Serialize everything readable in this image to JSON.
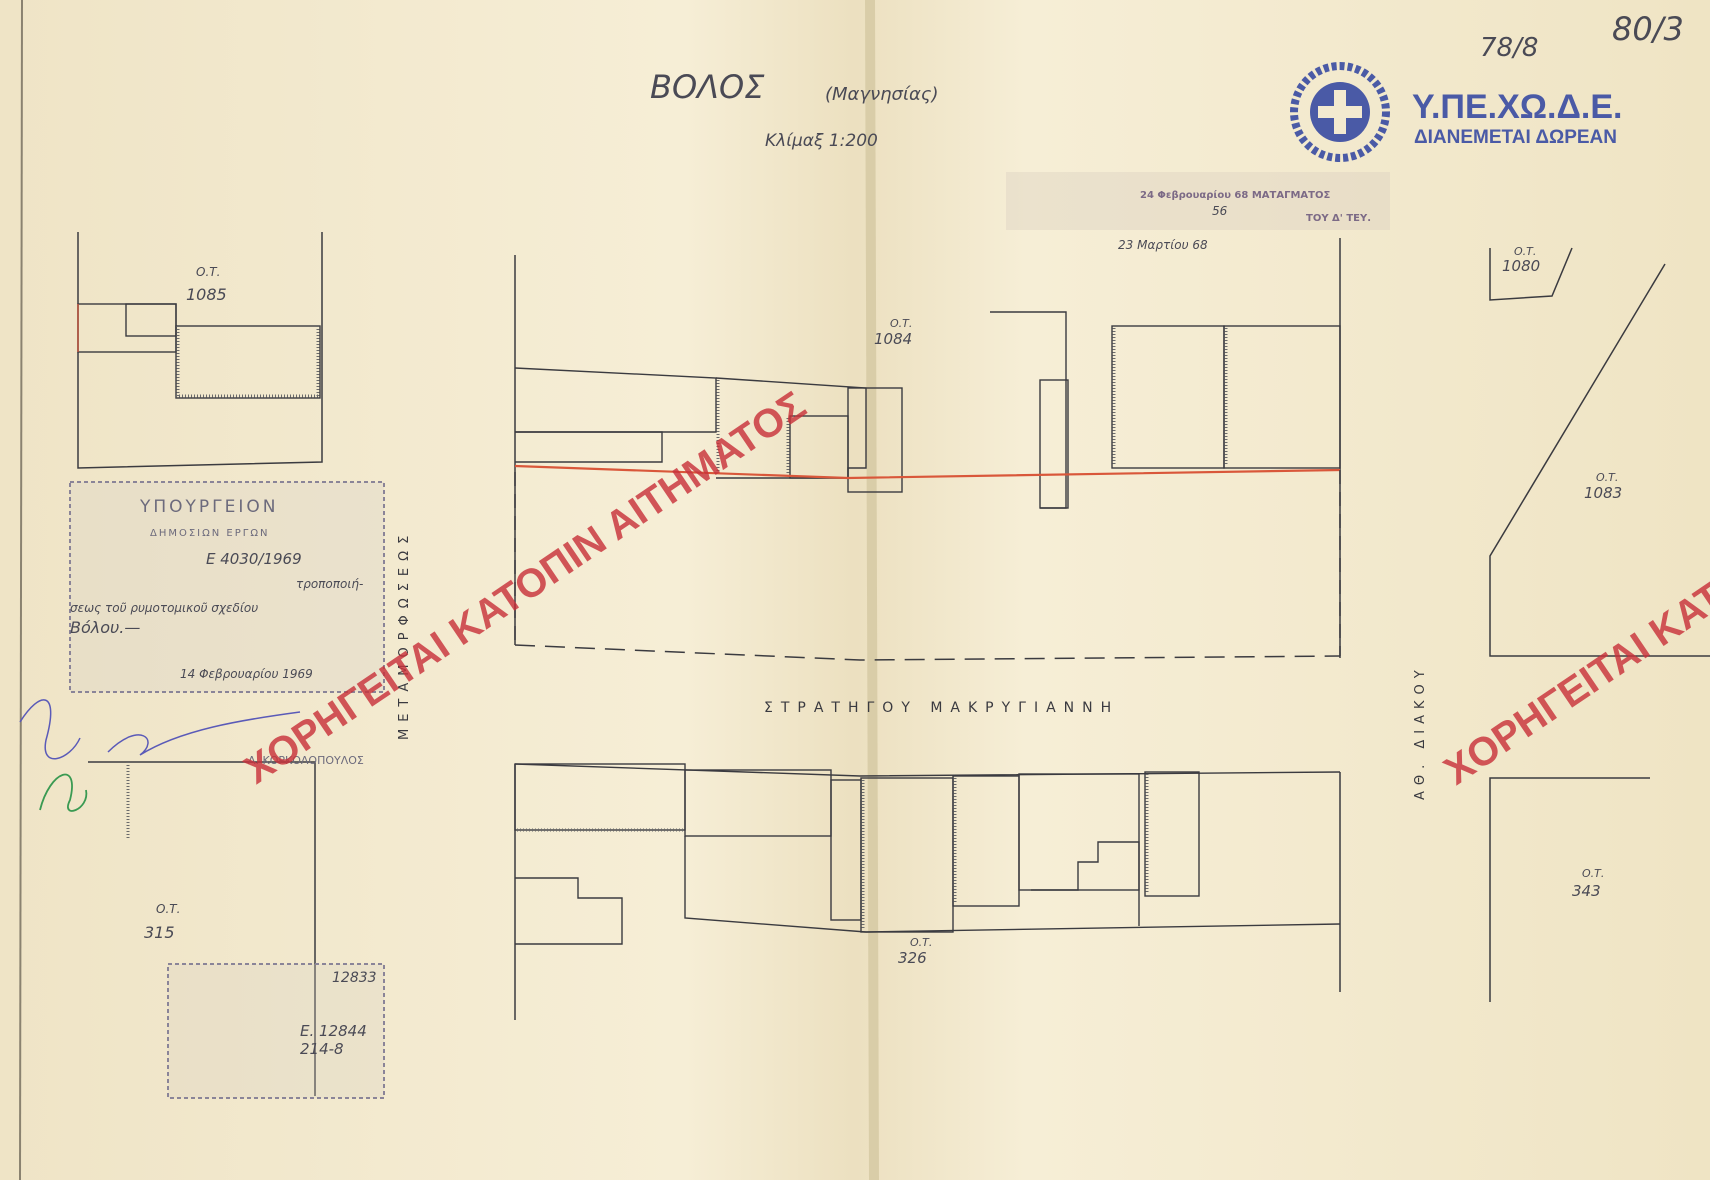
{
  "title": "ΒΟΛΟΣ",
  "region": "(Μαγνησίας)",
  "scale": "Κλίμαξ 1:200",
  "sheet_number": "80/3",
  "sheet_number_alt": "78/8",
  "ministry": {
    "name": "Υ.ΠΕ.ΧΩ.Δ.Ε.",
    "subtitle": "ΔΙΑΝΕΜΕΤΑΙ ΔΩΡΕΑΝ"
  },
  "watermark": "ΧΟΡΗΓΕΙΤΑΙ ΚΑΤΟΠΙΝ ΑΙΤΗΜΑΤΟΣ",
  "streets": {
    "horizontal": "ΣΤΡΑΤΗΓΟΥ ΜΑΚΡΥΓΙΑΝΝΗ",
    "left_vertical": "ΜΕΤΑΜΟΡΦΩΣΕΩΣ",
    "right_vertical": "ΑΘ. ΔΙΑΚΟΥ"
  },
  "blocks": [
    {
      "prefix": "Ο.Τ.",
      "number": "1085"
    },
    {
      "prefix": "Ο.Τ.",
      "number": "1084"
    },
    {
      "prefix": "Ο.Τ.",
      "number": "1080"
    },
    {
      "prefix": "Ο.Τ.",
      "number": "1083"
    },
    {
      "prefix": "Ο.Τ.",
      "number": "315"
    },
    {
      "prefix": "Ο.Τ.",
      "number": "326"
    },
    {
      "prefix": "Ο.Τ.",
      "number": "343"
    }
  ],
  "stamp_top": {
    "line1": "24 Φεβρουαρίου 68 ΜΑΤΑΓΜΑΤΟΣ",
    "line2": "56",
    "line3": "ΤΟΥ Δ' ΤΕΥ.",
    "line4": "23 Μαρτίου 68"
  },
  "stamp_left": {
    "header": "ΥΠΟΥΡΓΕΙΟΝ",
    "sub": "ΔΗΜΟΣΙΩΝ ΕΡΓΩΝ",
    "ref": "Ε 4030/1969",
    "text1": "τροποποιή-",
    "text2": "σεως τοῦ ρυμοτομικοῦ σχεδίου",
    "text3": "Βόλου.—",
    "date": "14 Φεβρουαρίου 1969",
    "signer": "Α. ΚΟΡΚΟΛΟΠΟΥΛΟΣ"
  },
  "stamp_bottom": {
    "num1": "12833",
    "num2": "Ε. 12844",
    "num3": "214-8"
  },
  "colors": {
    "paper": "#f3ead0",
    "ink": "#3b3b40",
    "building_line": "#d9573a",
    "watermark": "#c8323a",
    "ministry": "#4a5aa6"
  }
}
